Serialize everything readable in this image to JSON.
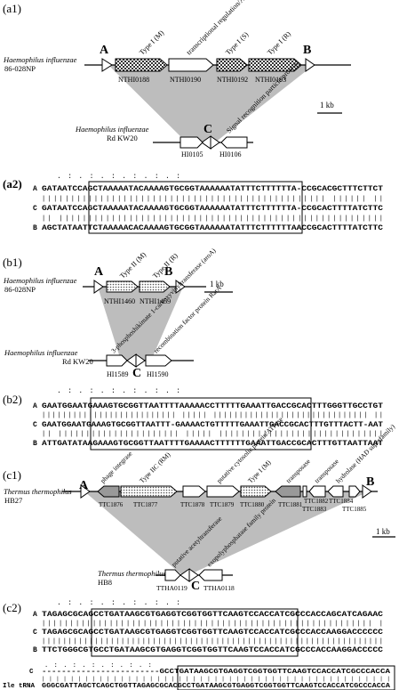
{
  "panels": {
    "a1": "(a1)",
    "a2": "(a2)",
    "b1": "(b1)",
    "b2": "(b2)",
    "c1": "(c1)",
    "c2": "(c2)"
  },
  "a1": {
    "genome_top": "Haemophilus influenzae",
    "strain_top": "86-028NP",
    "genome_bottom": "Haemophilus influenzae",
    "strain_bottom": "Rd KW20",
    "site_A": "A",
    "site_B": "B",
    "site_C": "C",
    "top_genes": [
      "NTHI0188",
      "NTHI0190",
      "NTHI0192",
      "NTHI0193"
    ],
    "top_functions": [
      "Type I (M)",
      "transcriptional regulation/ATP binding",
      "Type I (S)",
      "Type I (R)"
    ],
    "bottom_genes": [
      "HI0105",
      "HI0106"
    ],
    "bottom_functions": [
      "Signal recognition particle protein"
    ],
    "scale": "1 kb"
  },
  "a2": {
    "rows": [
      {
        "label": "A",
        "seq": "GATAATCCAGCTAAAAATACAAAAGTGCGGTAAAAAATATTTCTTTTTTA-CCGCACGCTTTCTTCT"
      },
      {
        "label": "C",
        "seq": "GATAATCCAGCTAAAAATACAAAAGTGCGGTAAAAAATATTTCTTTTTTA-CCGCACTTTTATCTTC"
      },
      {
        "label": "B",
        "seq": "AGCTATAATTCTAAAAACACAAAAGTGCGGTAAAAAATATTTCTTTTTTAACCGCACTTTTATCTTC"
      }
    ]
  },
  "b1": {
    "genome_top": "Haemophilus influenzae",
    "strain_top": "86-028NP",
    "genome_bottom": "Haemophilus influenzae",
    "strain_bottom": "Rd KW20",
    "site_A": "A",
    "site_B": "B",
    "site_C": "C",
    "top_genes": [
      "NTHI1460",
      "NTHI1459"
    ],
    "top_functions": [
      "Type II (M)",
      "Type II (R)"
    ],
    "bottom_genes": [
      "HI1589",
      "HI1590"
    ],
    "bottom_functions": [
      "3-phosphoshikimate 1-carboxyvinyltransferase (aroA)",
      "recombination factor protein RarA"
    ],
    "scale": "1 kb"
  },
  "b2": {
    "rows": [
      {
        "label": "A",
        "seq": "GAATGGAATGAAAGTGCGGTTAATTTTAAAAACCTTTTTGAAATTGACCGCACTTTGGGTTGCCTGT"
      },
      {
        "label": "C",
        "seq": "GAATGGAATGAAAGTGCGGTTAATTT-GAAAACTGTTTTTGAAATTGACCGCACTTTGTTTACTT-AAT"
      },
      {
        "label": "B",
        "seq": "ATTGATATAAGAAAGTGCGGTTAATTTTGAAAACTTTTTTGAAATTGACCGCACTTTGTTAATTAAT"
      }
    ]
  },
  "c1": {
    "genome_top": "Thermus thermophilus",
    "strain_top": "HB27",
    "genome_bottom": "Thermus thermophilus",
    "strain_bottom": "HB8",
    "site_A": "A",
    "site_B": "B",
    "site_C": "C",
    "top_genes": [
      "TTC1876",
      "TTC1877",
      "TTC1878",
      "TTC1879",
      "TTC1880",
      "TTC1881",
      "TTC1882",
      "TTC1883",
      "TTC1884",
      "TTC1885"
    ],
    "top_functions": [
      "phage integrase",
      "Type IIC (RM)",
      "putative cytosolic protein/ATPase",
      "Type I (M)",
      "transposase",
      "transposase",
      "hydrolase (HAD superfamily)"
    ],
    "bottom_genes": [
      "TTHA0119",
      "TTHA0118"
    ],
    "bottom_functions": [
      "putative acetyltransferase",
      "exopolyphosphatase family protein"
    ],
    "scale": "1 kb"
  },
  "c2": {
    "rows": [
      {
        "label": "A",
        "seq": "TAGAGCGCAGCCTGATAAGCGTGAGGTCGGTGGTTCAAGTCCACCATCGCCCACCAGCATCAGAAC"
      },
      {
        "label": "C",
        "seq": "TAGAGCGCAGCCTGATAAGCGTGAGGTCGGTGGTTCAAGTCCACCATCGCCCACCAAGGACCCCCC"
      },
      {
        "label": "B",
        "seq": "TTCTGGGCGTGCCTGATAAGCGTGAGGTCGGTGGTTCAAGTCCACCATCGCCCACCAAGGACCCCC"
      }
    ],
    "trna_rows": [
      {
        "label": "C",
        "seq": "------------------------GCCTGATAAGCGTGAGGTCGGTGGTTCAAGTCCACCATCGCCCACCA"
      },
      {
        "label": "Ile tRNA",
        "seq": "GGGCGATTAGCTCAGCTGGTTAGAGCGCACGCCTGATAAGCGTGAGGTCGGTGGTTCAAGTCCACCATCGCCCACCA"
      }
    ]
  },
  "colors": {
    "line": "#000000",
    "shade": "#bdbdbd",
    "gene_fill": "#ffffff",
    "gene_grey": "#999999"
  }
}
